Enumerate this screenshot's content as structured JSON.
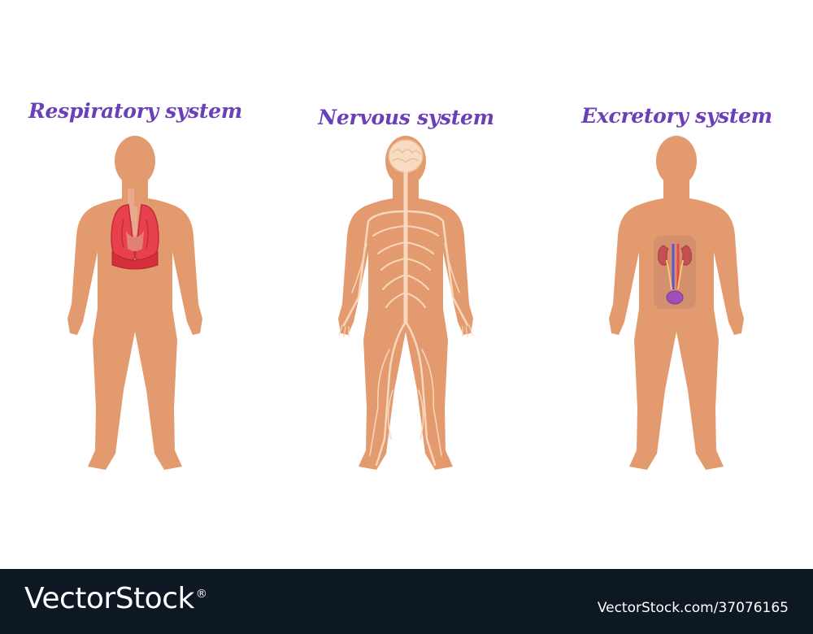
{
  "panels": [
    {
      "title": "Respiratory system"
    },
    {
      "title": "Nervous system"
    },
    {
      "title": "Excretory system"
    }
  ],
  "colors": {
    "skin": "#e49a6f",
    "title": "#6a3fb8",
    "lungs": "#e8404c",
    "nerves": "#f8d8bd",
    "footer": "#0d1823"
  },
  "footer": {
    "brand": "VectorStock",
    "reg_mark": "®",
    "url": "VectorStock.com/37076165"
  }
}
